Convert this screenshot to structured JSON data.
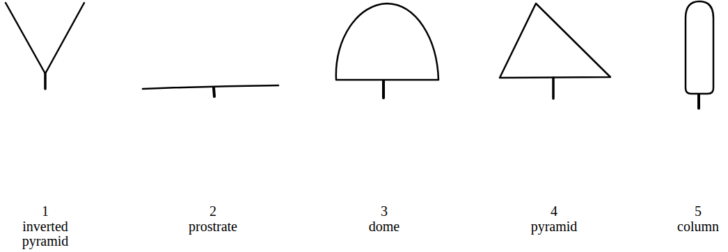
{
  "diagram": {
    "labels": [
      "1",
      "inverted pyramid",
      "2",
      "prostrate",
      "3",
      "dome",
      "4",
      "pyramid",
      "5",
      "column"
    ]
  }
}
